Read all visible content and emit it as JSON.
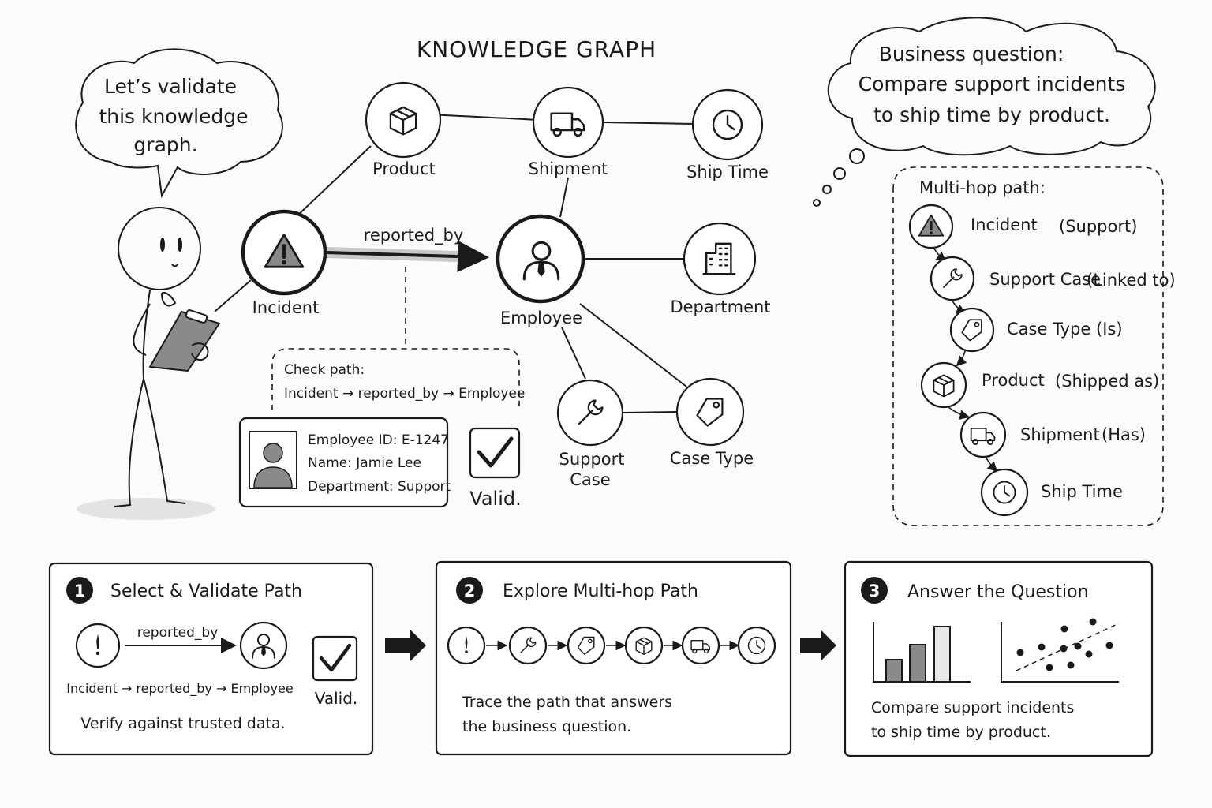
{
  "diagram_title": "KNOWLEDGE GRAPH",
  "speech_bubble": [
    "Let’s validate",
    "this knowledge",
    "graph."
  ],
  "thought_bubble": [
    "Business question:",
    "Compare support incidents",
    "to ship time by product."
  ],
  "nodes": {
    "product": "Product",
    "shipment": "Shipment",
    "ship_time": "Ship Time",
    "incident": "Incident",
    "employee": "Employee",
    "department": "Department",
    "support_case_1": "Support",
    "support_case_2": "Case",
    "case_type": "Case Type"
  },
  "edge_label": "reported_by",
  "check_path": {
    "title": "Check path:",
    "path": "Incident → reported_by → Employee"
  },
  "employee_card": {
    "id": "Employee ID: E-1247",
    "name": "Name: Jamie Lee",
    "department": "Department: Support"
  },
  "valid_label": "Valid.",
  "multi_hop": {
    "title": "Multi-hop path:",
    "steps": [
      {
        "name": "Incident",
        "relation": "(Support)",
        "icon": "warning-icon"
      },
      {
        "name": "Support Case",
        "relation": "(Linked to)",
        "icon": "wrench-icon"
      },
      {
        "name": "Case Type",
        "relation": "(Is)",
        "icon": "tag-icon"
      },
      {
        "name": "Product",
        "relation": "(Shipped as)",
        "icon": "box-icon"
      },
      {
        "name": "Shipment",
        "relation": "(Has)",
        "icon": "truck-icon"
      },
      {
        "name": "Ship Time",
        "relation": "",
        "icon": "clock-icon"
      }
    ]
  },
  "panels": [
    {
      "number": "1",
      "title": "Select & Validate Path",
      "edge_label": "reported_by",
      "path": "Incident → reported_by → Employee",
      "valid": "Valid.",
      "caption": "Verify against trusted data."
    },
    {
      "number": "2",
      "title": "Explore Multi-hop Path",
      "caption_1": "Trace the path that answers",
      "caption_2": "the business question."
    },
    {
      "number": "3",
      "title": "Answer the Question",
      "caption_1": "Compare support incidents",
      "caption_2": "to ship time by product."
    }
  ],
  "colors": {
    "ink": "#1a1a1a",
    "fill_gray": "#8a8a8a",
    "paper": "#fbfbf9"
  }
}
